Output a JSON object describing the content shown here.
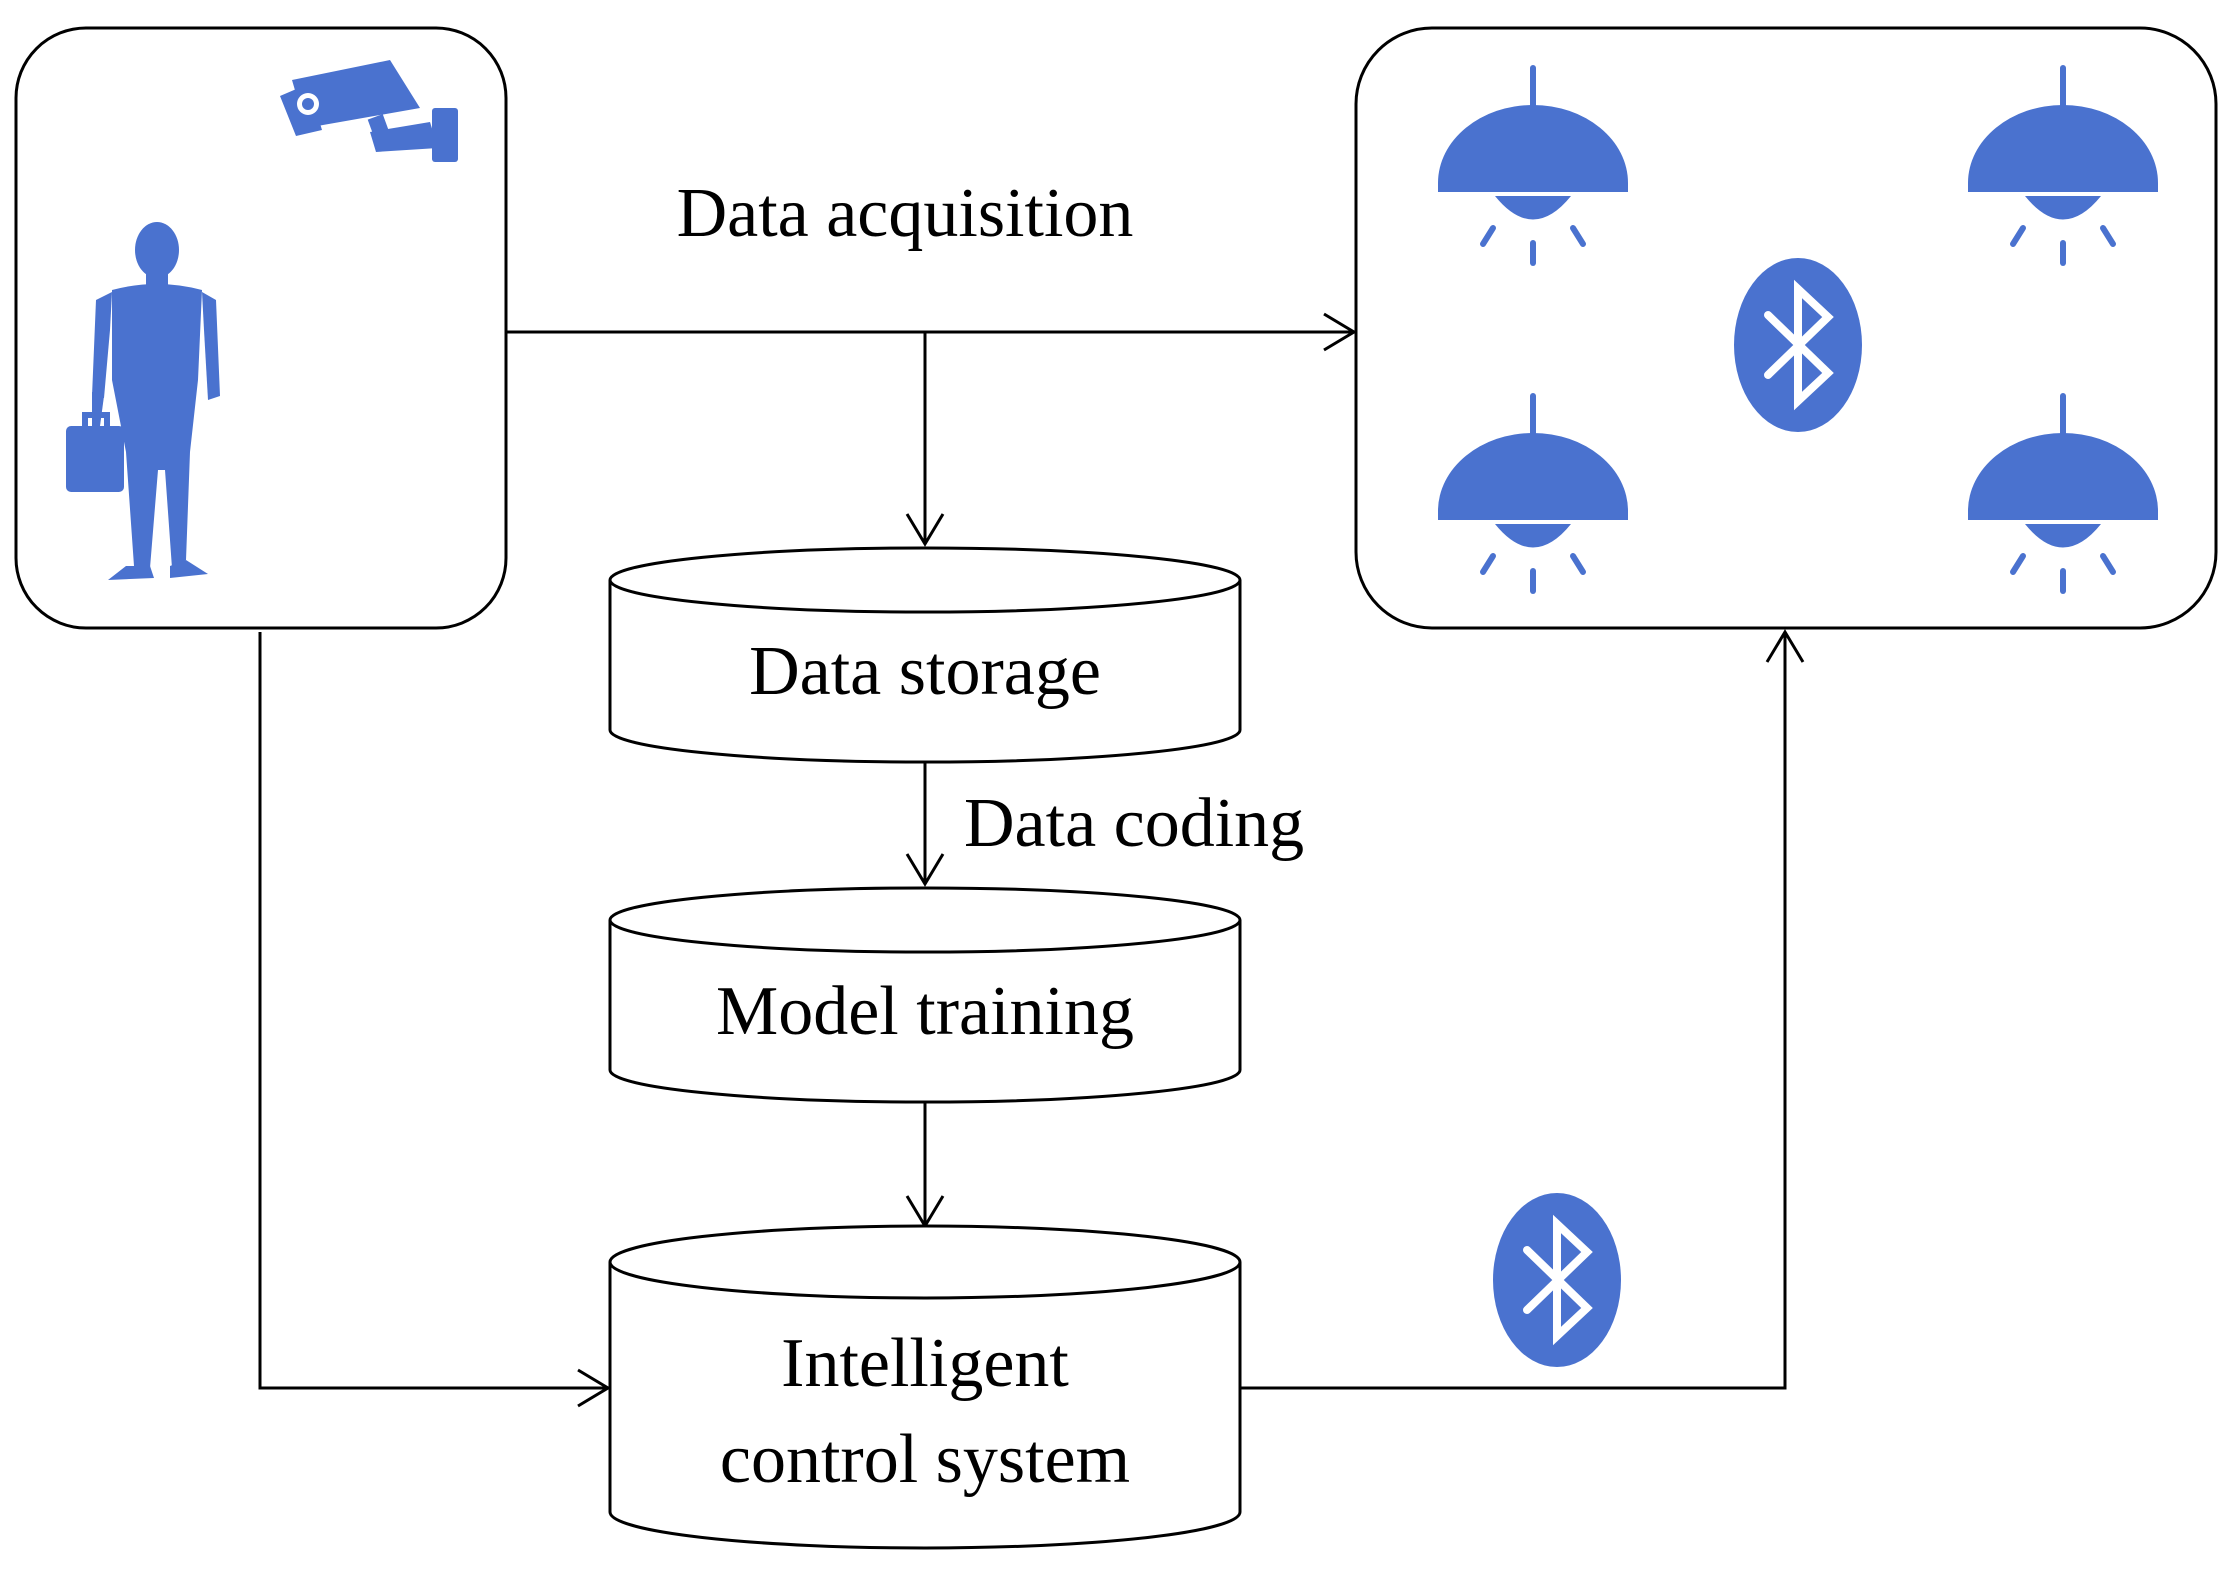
{
  "labels": {
    "data_acquisition": "Data acquisition",
    "data_storage": "Data storage",
    "data_coding": "Data coding",
    "model_training": "Model training",
    "intelligent_line1": "Intelligent",
    "intelligent_line2": "control system"
  },
  "colors": {
    "icon_blue": "#4A72CF",
    "line": "#000000",
    "background": "#FFFFFF"
  },
  "icons": {
    "camera": "security-camera-icon",
    "person": "businessman-icon",
    "lamp": "ceiling-lamp-icon",
    "bluetooth": "bluetooth-icon"
  }
}
